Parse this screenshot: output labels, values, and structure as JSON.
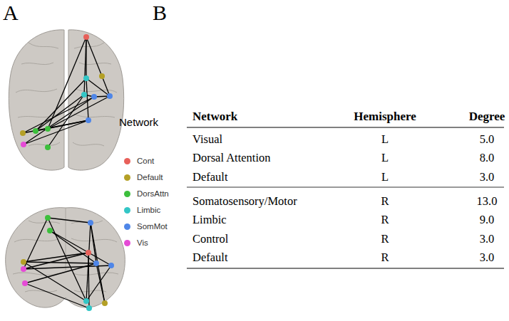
{
  "diagram": {
    "labels": [
      "A",
      "B",
      "Network",
      "Network",
      "Hemisphere",
      "Degree",
      "Visual",
      "L",
      "5.0",
      "Dorsal Attention",
      "L",
      "8.0",
      "Default",
      "L",
      "3.0",
      "Somatosensory/Motor",
      "R",
      "13.0",
      "Limbic",
      "R",
      "9.0",
      "Control",
      "R",
      "3.0",
      "Default",
      "R",
      "3.0"
    ],
    "legend": [
      {
        "text": "Cont",
        "color": "#e8605a"
      },
      {
        "text": "Default",
        "color": "#b4a026"
      },
      {
        "text": "DorsAttn",
        "color": "#3cbf3c"
      },
      {
        "text": "Limbic",
        "color": "#33c6c6"
      },
      {
        "text": "SomMot",
        "color": "#4f86e8"
      },
      {
        "text": "Vis",
        "color": "#e54bd6"
      }
    ]
  }
}
